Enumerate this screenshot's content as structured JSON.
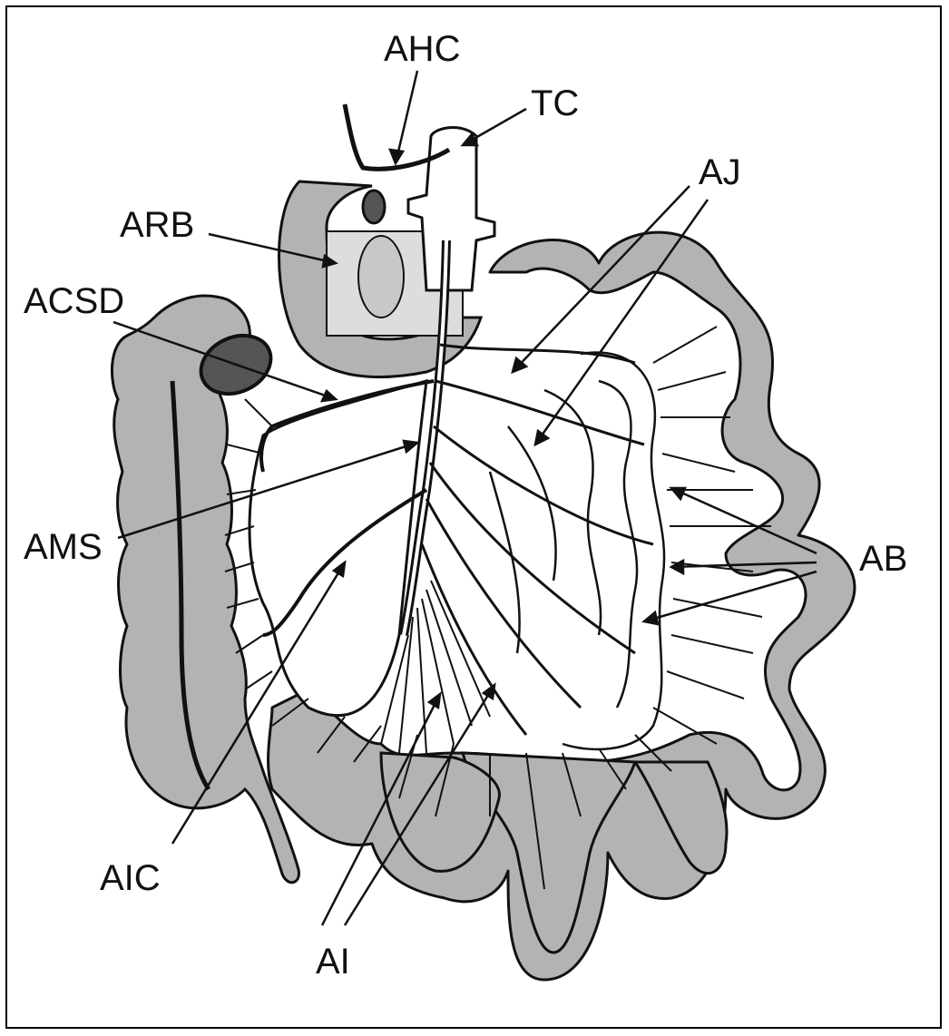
{
  "labels": {
    "ahc": "AHC",
    "tc": "TC",
    "aj": "AJ",
    "arb": "ARB",
    "acsd": "ACSD",
    "ams": "AMS",
    "ab": "AB",
    "aic": "AIC",
    "ai": "AI"
  },
  "colors": {
    "intestine_fill": "#b3b3b3",
    "lumen_fill": "#555555",
    "line": "#111111",
    "frame": "#000000",
    "background": "#ffffff"
  }
}
